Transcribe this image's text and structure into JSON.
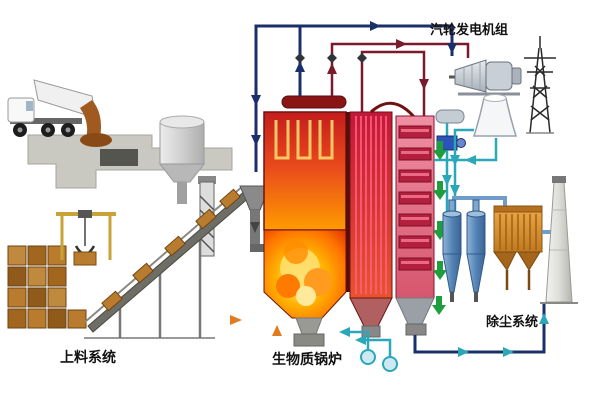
{
  "labels": {
    "turbine_generator_unit": "汽轮发电机组",
    "feeding_system": "上料系统",
    "biomass_boiler": "生物质锅炉",
    "dust_removal_system": "除尘系统"
  },
  "colors": {
    "furnace_red": "#c41d1d",
    "furnace_orange": "#ff9b00",
    "flame_yellow": "#fff3b0",
    "heat_exchanger_pink": "#ef8fa4",
    "steam_pipe_navy": "#1b2f6b",
    "hot_pipe_maroon": "#7a1a2a",
    "water_pipe_teal": "#2aa7b8",
    "arrow_green": "#1f9e3e",
    "straw_tan": "#b97c2e",
    "bag_filter_orange": "#e8a344",
    "cyclone_blue": "#5585b5",
    "chimney_gray": "#dedeD9",
    "background": "#ffffff"
  },
  "components": [
    "dump-truck",
    "feed-platform",
    "feed-hopper",
    "grab-crane",
    "straw-bale-stack",
    "inclined-conveyor",
    "bucket-elevator",
    "feed-chute",
    "biomass-boiler",
    "steam-piping",
    "steam-turbine",
    "generator",
    "condenser-cooling-tower",
    "transmission-tower",
    "induced-fan",
    "feedwater-tank",
    "cyclone-separators",
    "bag-filter",
    "chimney",
    "air-blowers"
  ]
}
